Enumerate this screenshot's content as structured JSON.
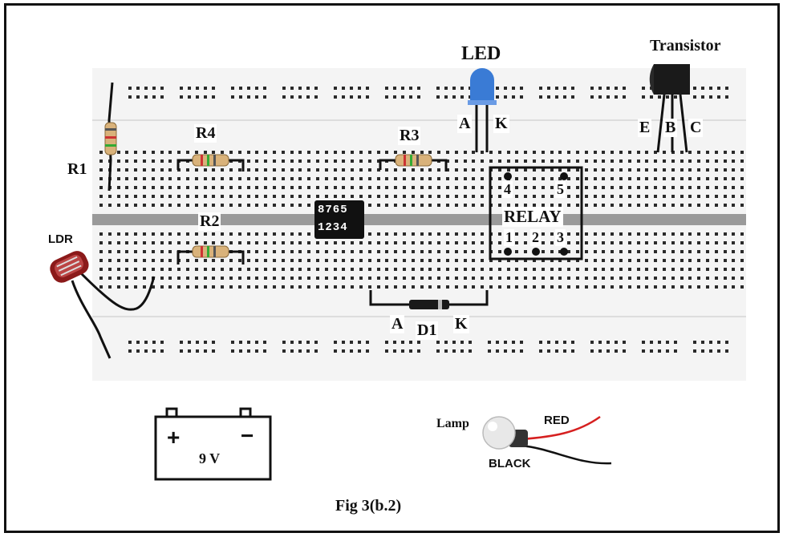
{
  "labels": {
    "led": "LED",
    "transistor": "Transistor",
    "led_anode": "A",
    "led_cathode": "K",
    "emitter": "E",
    "base": "B",
    "collector": "C",
    "r1": "R1",
    "r2": "R2",
    "r3": "R3",
    "r4": "R4",
    "ldr": "LDR",
    "ic_top": "8765",
    "ic_bottom": "1234",
    "relay": "RELAY",
    "relay_pin4": "4",
    "relay_pin5": "5",
    "relay_pin1": "1",
    "relay_pin2": "2",
    "relay_pin3": "3",
    "diode_anode": "A",
    "diode_name": "D1",
    "diode_cathode": "K",
    "battery_plus": "+",
    "battery_minus": "−",
    "battery_voltage": "9 V",
    "lamp": "Lamp",
    "red_wire": "RED",
    "black_wire": "BLACK",
    "caption": "Fig 3(b.2)"
  },
  "colors": {
    "board": "#f4f4f4",
    "hole": "#2a2a2a",
    "channel": "#9a9a9a",
    "led": "#3a7bd5",
    "ldr": "#8b1a1a",
    "resistor_body": "#d9b27a",
    "wire_red": "#d62020",
    "wire_black": "#111111"
  }
}
